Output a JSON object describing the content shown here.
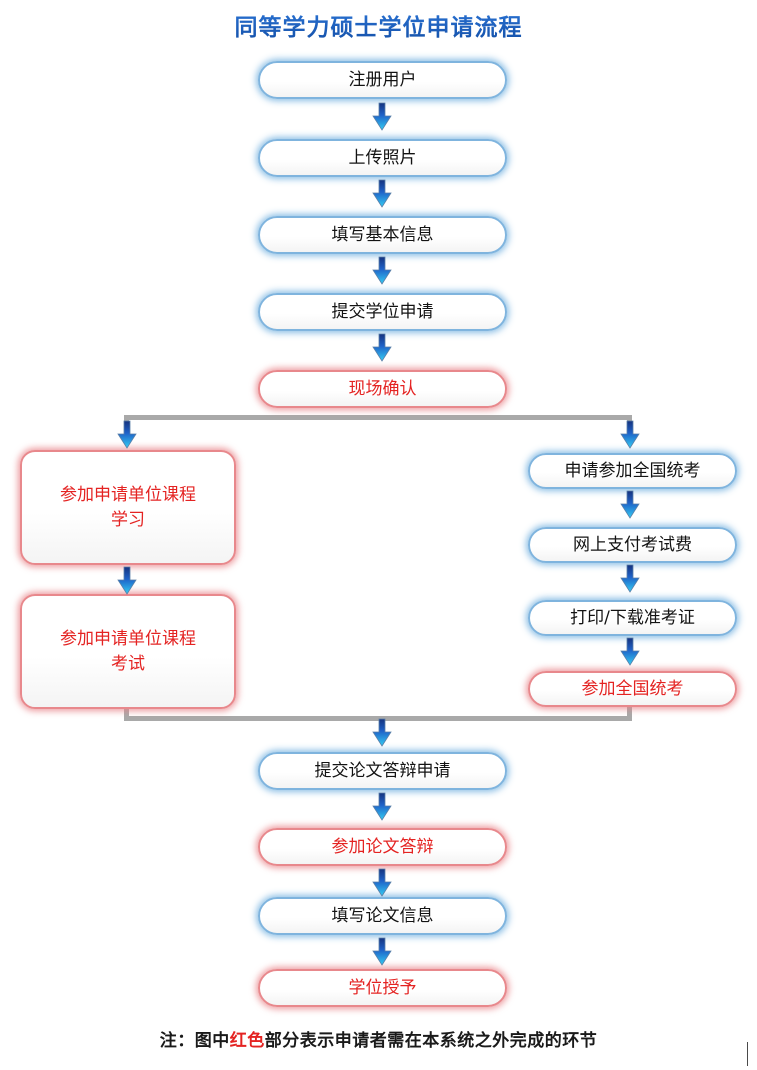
{
  "title": "同等学力硕士学位申请流程",
  "legend": {
    "prefix": "注：图中",
    "highlight": "红色",
    "suffix": "部分表示申请者需在本系统之外完成的环节"
  },
  "colors": {
    "title_blue": "#1b5fc4",
    "node_blue_border": "#7fb4de",
    "node_red_border": "#e8888c",
    "red_text": "#e42322",
    "black_text": "#111111",
    "connector_gray": "#a9a9a9",
    "arrow_top": "#1b3f9e",
    "arrow_bottom": "#2fc2f0"
  },
  "flow": {
    "main_top": [
      {
        "label": "注册用户",
        "type": "blue"
      },
      {
        "label": "上传照片",
        "type": "blue"
      },
      {
        "label": "填写基本信息",
        "type": "blue"
      },
      {
        "label": "提交学位申请",
        "type": "blue"
      },
      {
        "label": "现场确认",
        "type": "red"
      }
    ],
    "branch_left": [
      {
        "label": "参加申请单位课程学习",
        "line1": "参加申请单位课程",
        "line2": "学习",
        "type": "red"
      },
      {
        "label": "参加申请单位课程考试",
        "line1": "参加申请单位课程",
        "line2": "考试",
        "type": "red"
      }
    ],
    "branch_right": [
      {
        "label": "申请参加全国统考",
        "type": "blue"
      },
      {
        "label": "网上支付考试费",
        "type": "blue"
      },
      {
        "label": "打印/下载准考证",
        "type": "blue"
      },
      {
        "label": "参加全国统考",
        "type": "red"
      }
    ],
    "main_bottom": [
      {
        "label": "提交论文答辩申请",
        "type": "blue"
      },
      {
        "label": "参加论文答辩",
        "type": "red"
      },
      {
        "label": "填写论文信息",
        "type": "blue"
      },
      {
        "label": "学位授予",
        "type": "red"
      }
    ]
  }
}
